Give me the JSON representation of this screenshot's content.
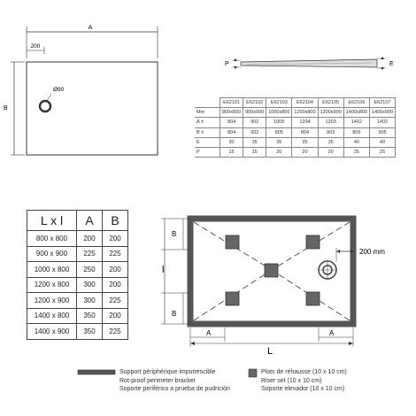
{
  "top_plan": {
    "dim_a": "A",
    "dim_200": "200",
    "dim_b": "B",
    "drain_label": "Ø90"
  },
  "side_view": {
    "label_p": "P",
    "label_e": "E"
  },
  "dimension_table": {
    "headers": [
      "",
      "E62101",
      "E62102",
      "E62103",
      "E62104",
      "E62105",
      "E62106",
      "E62107"
    ],
    "rows": [
      {
        "label": "Mm",
        "values": [
          "800x800",
          "900x900",
          "1000x800",
          "1200x800",
          "1200x900",
          "1400x800",
          "1400x900"
        ]
      },
      {
        "label": "A ±",
        "values": [
          "804",
          "902",
          "1005",
          "1204",
          "1203",
          "1402",
          "1402"
        ]
      },
      {
        "label": "B ±",
        "values": [
          "804",
          "902",
          "805",
          "804",
          "903",
          "805",
          "905"
        ]
      },
      {
        "label": "E",
        "values": [
          "30",
          "35",
          "35",
          "35",
          "35",
          "40",
          "40"
        ]
      },
      {
        "label": "P",
        "values": [
          "15",
          "15",
          "20",
          "20",
          "20",
          "25",
          "25"
        ]
      }
    ]
  },
  "size_table": {
    "headers": [
      "L x l",
      "A",
      "B"
    ],
    "rows": [
      [
        "800 x 800",
        "200",
        "200"
      ],
      [
        "900 x 900",
        "225",
        "225"
      ],
      [
        "1000 x 800",
        "250",
        "200"
      ],
      [
        "1200 x 800",
        "300",
        "200"
      ],
      [
        "1200 x 900",
        "300",
        "225"
      ],
      [
        "1400 x 800",
        "350",
        "200"
      ],
      [
        "1400 x 900",
        "350",
        "225"
      ]
    ]
  },
  "bottom_plan": {
    "label_b_top": "B",
    "label_l_small": "l",
    "label_b_bottom": "B",
    "label_200mm": "200 mm",
    "label_a_left": "A",
    "label_a_right": "A",
    "label_L": "L"
  },
  "legend": {
    "bracket": {
      "fr": "Support périphérique imputrescible",
      "en": "Rot-proof perimeter bracket",
      "es": "Soporte periférico a prueba de pudrición"
    },
    "riser": {
      "fr": "Plots de réhausse (10 x 10 cm)",
      "en": "Riser set (10 x 10 cm)",
      "es": "Soporte elevador (10 x 10 cm)"
    }
  }
}
